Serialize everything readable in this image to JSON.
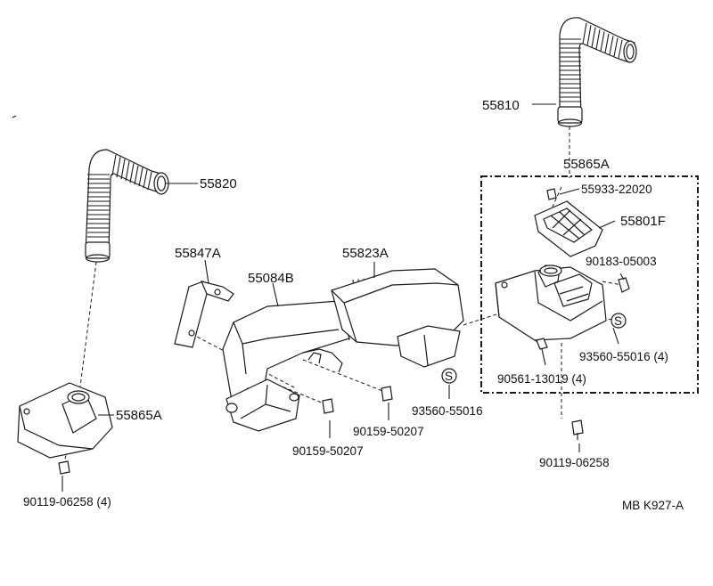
{
  "labels": {
    "p55810": "55810",
    "p55865a_top": "55865A",
    "p55933": "55933-22020",
    "p55801f": "55801F",
    "p90183": "90183-05003",
    "p93560_r": "93560-55016 (4)",
    "p90561": "90561-13019 (4)",
    "p90119_r": "90119-06258",
    "p55820": "55820",
    "p55847a": "55847A",
    "p55084b": "55084B",
    "p55823a": "55823A",
    "p55865a_left": "55865A",
    "p90119_l": "90119-06258 (4)",
    "p90159_a": "90159-50207",
    "p90159_b": "90159-50207",
    "p93560_m": "93560-55016",
    "s_mark_1": "S",
    "s_mark_2": "S"
  },
  "footer": {
    "code": "MB  K927-A"
  }
}
